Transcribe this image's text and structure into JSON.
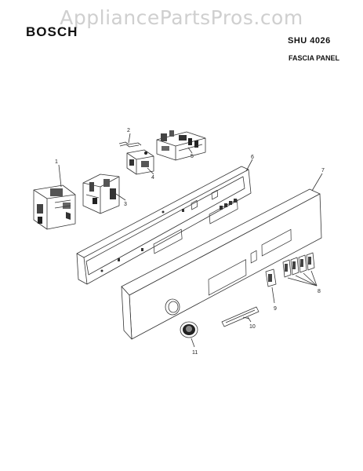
{
  "watermark": "AppliancePartsPros.com",
  "brand": "BOSCH",
  "model": "SHU 4026",
  "section": "FASCIA PANEL",
  "colors": {
    "line": "#333333",
    "watermark": "#cfcfcf",
    "text": "#111111"
  },
  "callouts": [
    "1",
    "2",
    "3",
    "4",
    "5",
    "6",
    "7",
    "8",
    "9",
    "10",
    "11"
  ]
}
